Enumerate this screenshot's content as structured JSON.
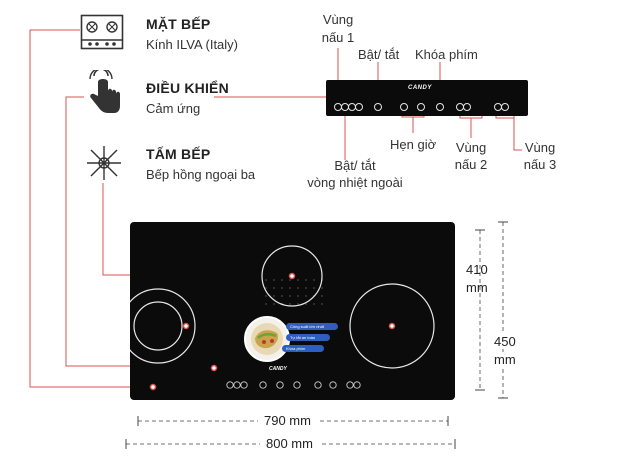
{
  "features": [
    {
      "title": "MẶT BẾP",
      "subtitle": "Kính ILVA (Italy)",
      "icon": "stove-icon"
    },
    {
      "title": "ĐIỀU KHIỂN",
      "subtitle": "Cảm ứng",
      "icon": "touch-hand-icon"
    },
    {
      "title": "TẤM BẾP",
      "subtitle": "Bếp hồng ngoại ba",
      "icon": "infrared-heat-icon"
    }
  ],
  "control_labels": {
    "zone1": [
      "Vùng",
      "nấu 1"
    ],
    "power": "Bật/ tắt",
    "key_lock": "Khóa phím",
    "timer": "Hẹn giờ",
    "outer_ring": [
      "Bật/ tắt",
      "vòng nhiệt ngoài"
    ],
    "zone2": [
      "Vùng",
      "nấu 2"
    ],
    "zone3": [
      "Vùng",
      "nấu 3"
    ]
  },
  "brand": "CANDY",
  "promo_pills": [
    "Công suất lớn nhất",
    "Tự tắt an toàn",
    "Khóa phím"
  ],
  "dimensions": {
    "depth_inner": [
      "410",
      "mm"
    ],
    "depth_outer": [
      "450",
      "mm"
    ],
    "width_inner": "790 mm",
    "width_outer": "800 mm"
  },
  "colors": {
    "leader_line": "#d9534f",
    "cooktop": "#0b0b0b",
    "accent_blue": "#2e5fbf"
  }
}
